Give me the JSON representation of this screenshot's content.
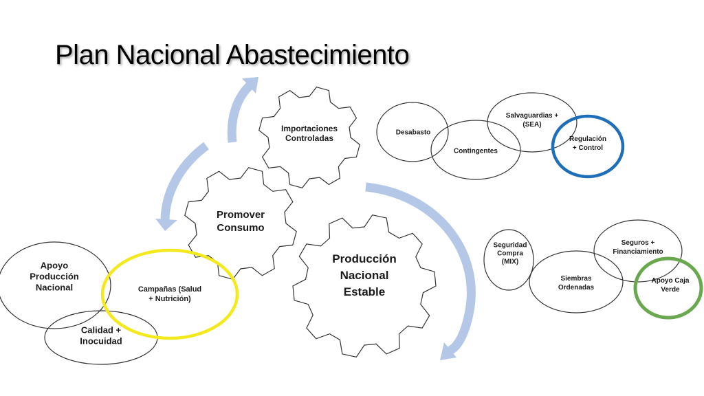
{
  "title": "Plan Nacional Abastecimiento",
  "cycle": {
    "gears": [
      {
        "id": "importaciones",
        "label_lines": [
          "Importaciones",
          "Controladas"
        ]
      },
      {
        "id": "promover",
        "label_lines": [
          "Promover",
          "Consumo"
        ]
      },
      {
        "id": "produccion",
        "label_lines": [
          "Producción",
          "Nacional",
          "Estable"
        ]
      }
    ]
  },
  "top_right_cluster": {
    "items": [
      {
        "label_lines": [
          "Desabasto"
        ]
      },
      {
        "label_lines": [
          "Contingentes"
        ]
      },
      {
        "label_lines": [
          "Salvaguardias +",
          "(SEA)"
        ]
      },
      {
        "label_lines": [
          "Regulación",
          "+ Control"
        ],
        "highlight_color": "#1f6fb8"
      }
    ]
  },
  "bottom_right_cluster": {
    "items": [
      {
        "label_lines": [
          "Seguridad",
          "Compra",
          "(MIX)"
        ]
      },
      {
        "label_lines": [
          "Siembras",
          "Ordenadas"
        ]
      },
      {
        "label_lines": [
          "Seguros +",
          "Financiamiento"
        ]
      },
      {
        "label_lines": [
          "Apoyo Caja",
          "Verde"
        ],
        "highlight_color": "#6aa84f"
      }
    ]
  },
  "bottom_left_cluster": {
    "items": [
      {
        "label_lines": [
          "Apoyo",
          "Producción",
          "Nacional"
        ]
      },
      {
        "label_lines": [
          "Calidad +",
          "Inocuidad"
        ]
      },
      {
        "label_lines": [
          "Campañas (Salud",
          "+ Nutrición)"
        ],
        "highlight_color": "#f2ea1d"
      }
    ]
  },
  "colors": {
    "arrow": "#b4c7e7",
    "outline": "#333333",
    "regulacion_ring": "#1f6fb8",
    "apoyo_caja_ring": "#6aa84f",
    "campanas_ring": "#f2ea1d"
  }
}
